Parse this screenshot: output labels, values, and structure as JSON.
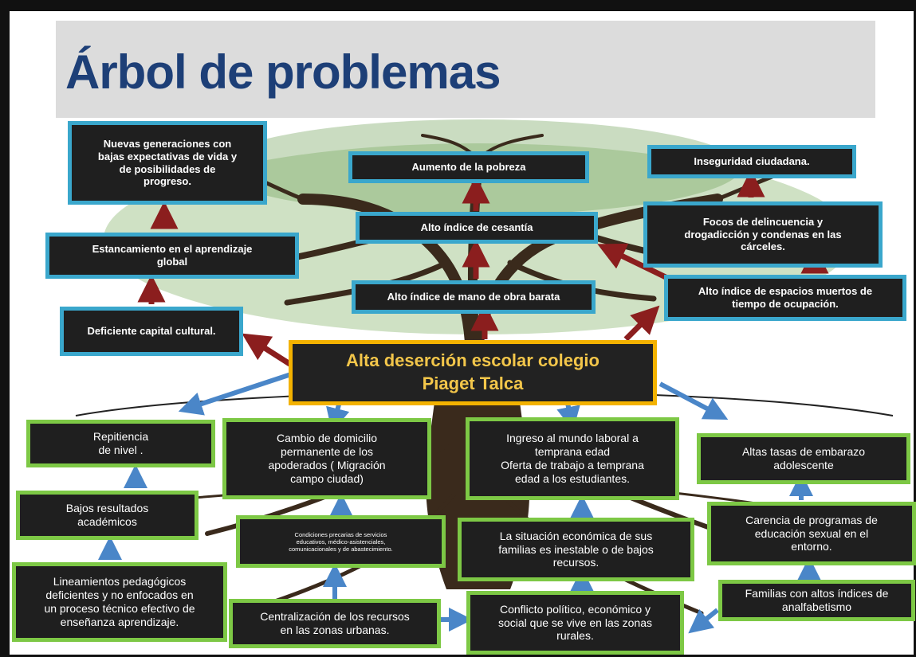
{
  "title": "Árbol de problemas",
  "core_problem": "Alta deserción escolar colegio\nPiaget Talca",
  "effects": [
    {
      "id": "e1",
      "text": "Nuevas generaciones con\nbajas expectativas de vida y\nde posibilidades  de\nprogreso."
    },
    {
      "id": "e2",
      "text": "Aumento de la pobreza"
    },
    {
      "id": "e3",
      "text": "Inseguridad ciudadana."
    },
    {
      "id": "e4",
      "text": "Alto índice de cesantía"
    },
    {
      "id": "e5",
      "text": "Focos de delincuencia y\ndrogadicción y condenas en las\ncárceles."
    },
    {
      "id": "e6",
      "text": "Estancamiento en el aprendizaje\nglobal"
    },
    {
      "id": "e7",
      "text": "Alto índice de mano de obra barata"
    },
    {
      "id": "e8",
      "text": "Alto índice de espacios muertos de\ntiempo de ocupación."
    },
    {
      "id": "e9",
      "text": "Deficiente capital cultural."
    }
  ],
  "causes": [
    {
      "id": "c1",
      "text": "Repitiencia\nde nivel ."
    },
    {
      "id": "c2",
      "text": "Cambio de domicilio\npermanente de los\napoderados ( Migración\ncampo ciudad)"
    },
    {
      "id": "c3",
      "text": "Ingreso al mundo laboral a\ntemprana edad\nOferta de trabajo a temprana\nedad a los estudiantes."
    },
    {
      "id": "c4",
      "text": "Altas tasas de embarazo\nadolescente"
    },
    {
      "id": "c5",
      "text": "Bajos resultados\nacadémicos"
    },
    {
      "id": "c6",
      "text": "Condiciones precarias de servicios\neducativos, médico-asistenciales,\ncomunicacionales y de abastecimiento."
    },
    {
      "id": "c7",
      "text": "La situación económica de sus\nfamilias es inestable o de bajos\nrecursos."
    },
    {
      "id": "c8",
      "text": "Carencia de programas  de\neducación sexual en el\nentorno."
    },
    {
      "id": "c9",
      "text": "Lineamientos pedagógicos\ndeficientes y no enfocados en\nun proceso técnico efectivo de\nenseñanza aprendizaje."
    },
    {
      "id": "c10",
      "text": "Centralización de los recursos\nen las zonas urbanas."
    },
    {
      "id": "c11",
      "text": "Conflicto político,  económico y\nsocial que se vive en las zonas\nrurales."
    },
    {
      "id": "c12",
      "text": "Familias con altos índices de\nanalfabetismo"
    }
  ],
  "colors": {
    "title": "#1d3f77",
    "effect_border": "#3aa7cc",
    "cause_border": "#7dc845",
    "core_border": "#f3b200",
    "core_text": "#f3c64a",
    "effect_arrow": "#8b1e1e",
    "cause_arrow": "#4a86c8",
    "foliage": "#3f7a2a",
    "trunk": "#3a2a1c"
  }
}
